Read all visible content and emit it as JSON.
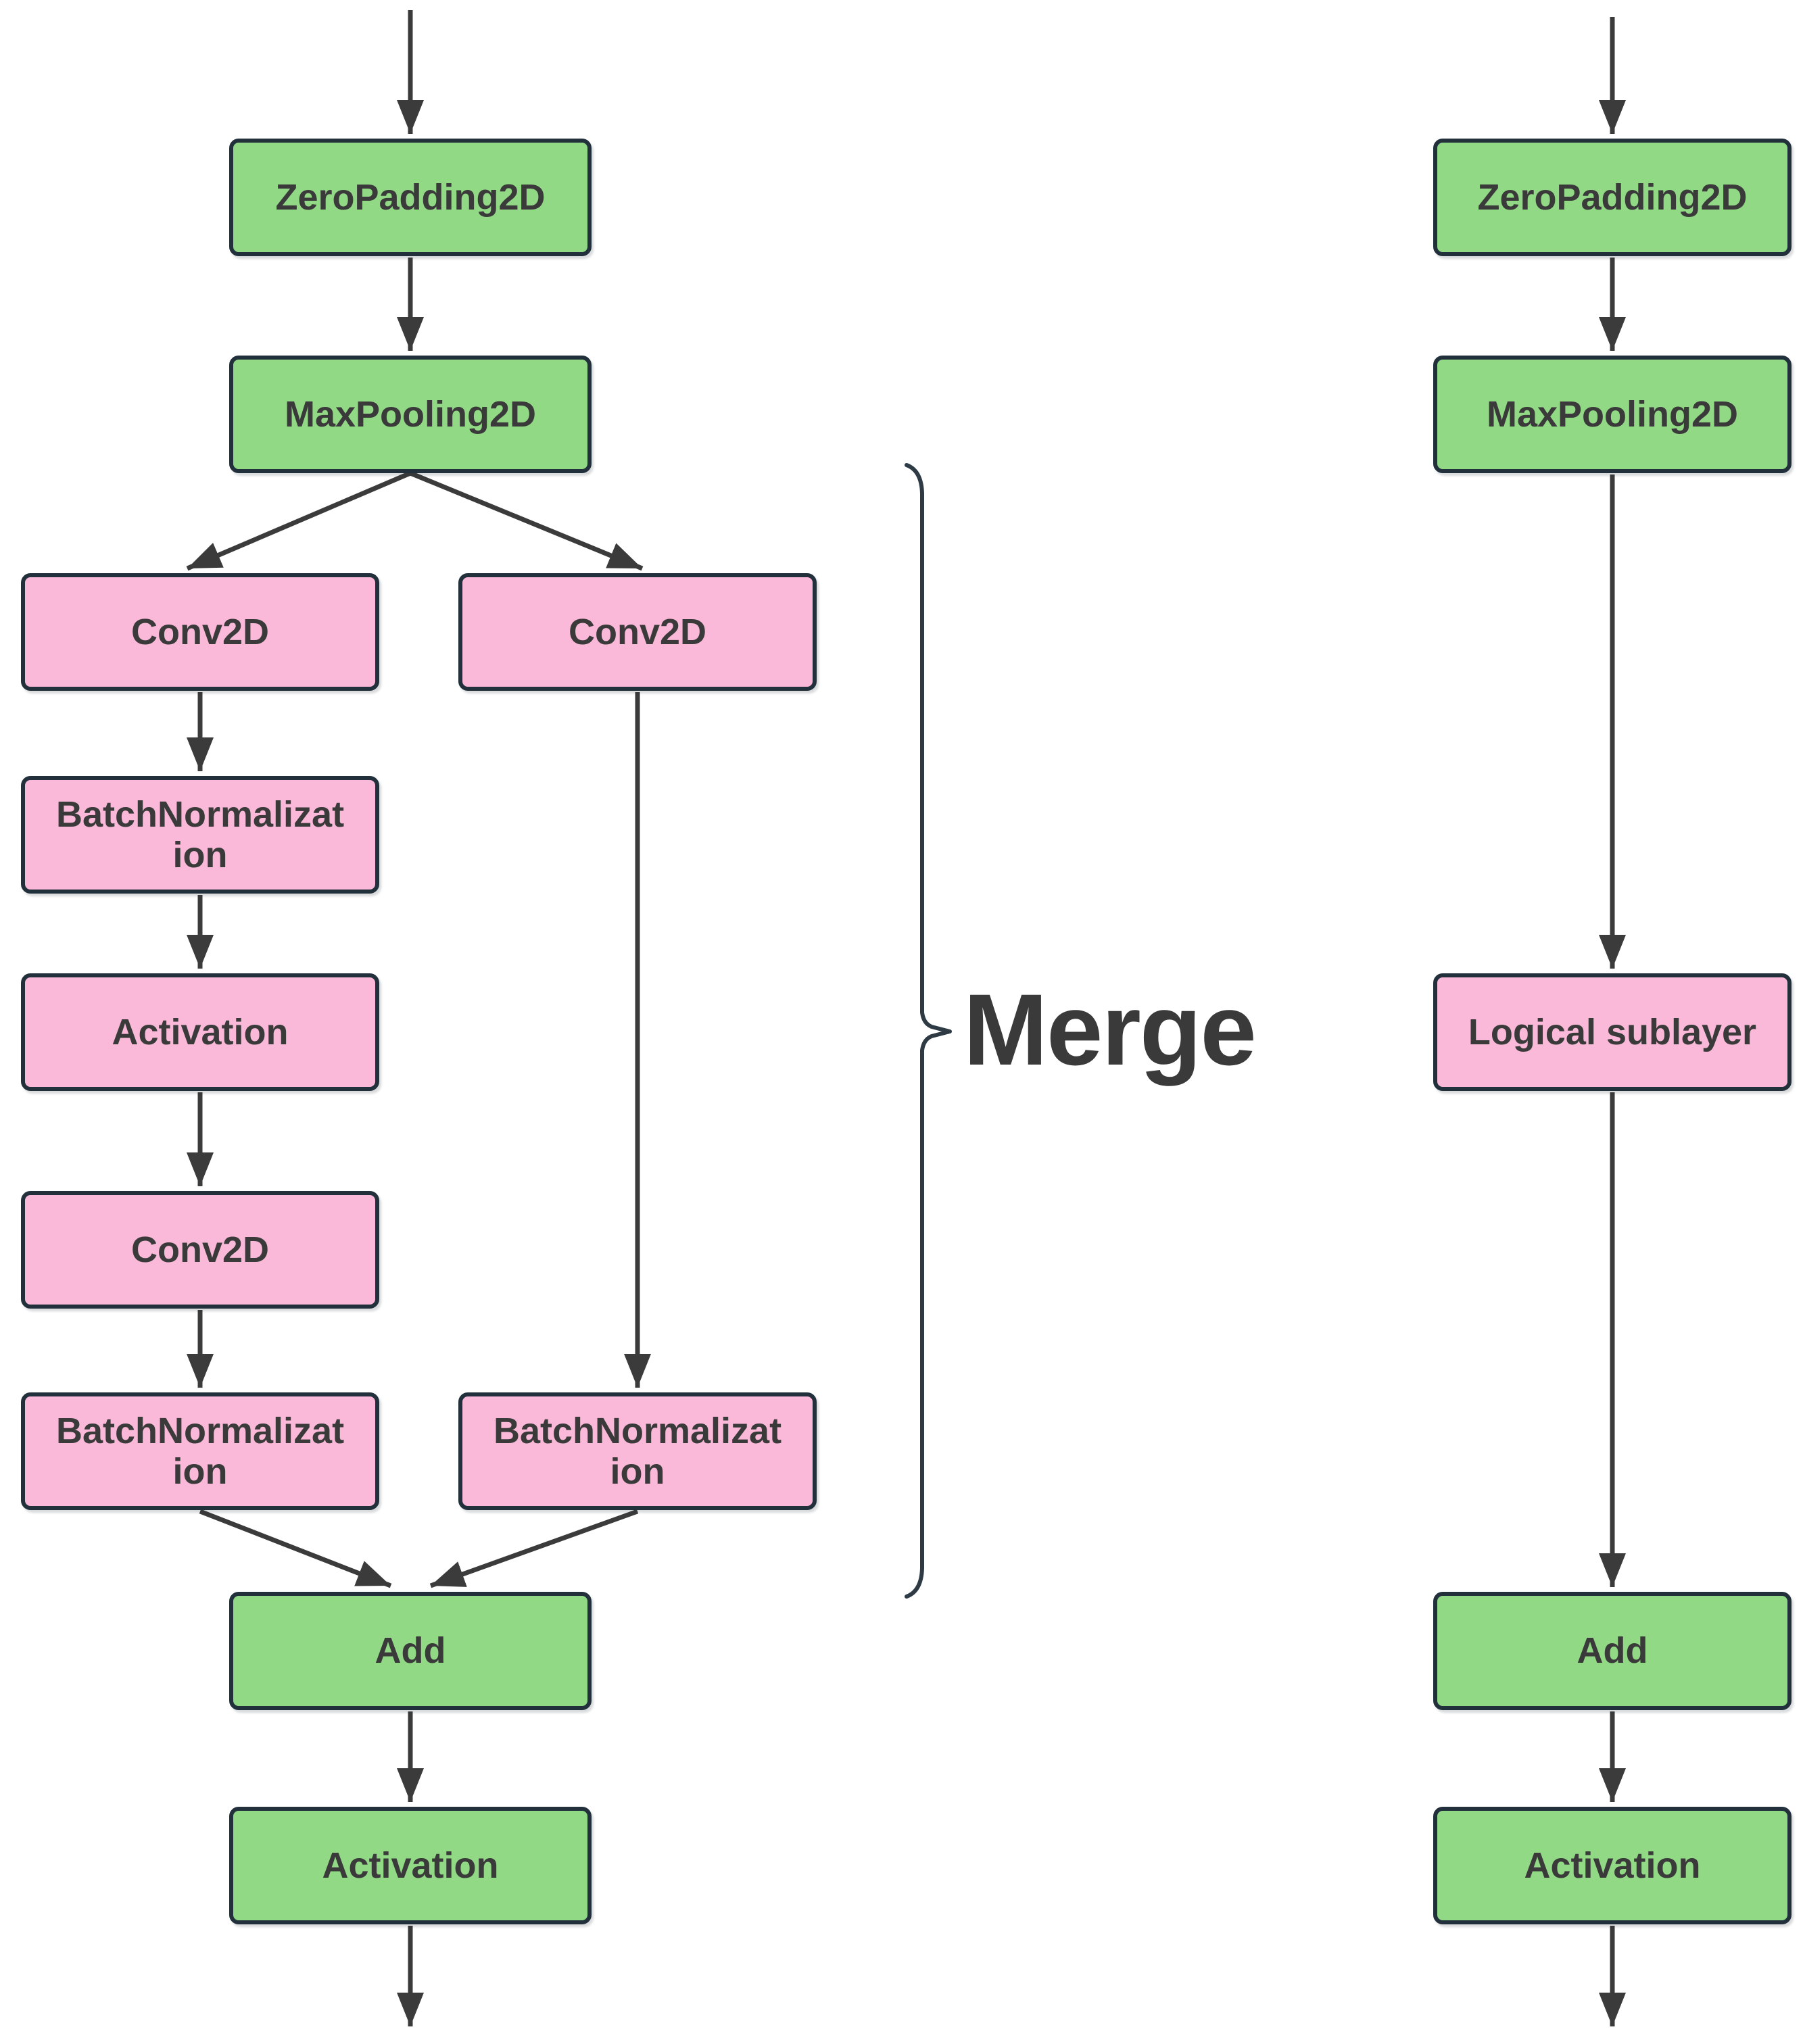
{
  "colors": {
    "green": "#92d986",
    "pink": "#fab9d8",
    "border": "#22303c",
    "arrow": "#3b3b3b",
    "text": "#3a3a3a"
  },
  "merge": {
    "label": "Merge"
  },
  "left": {
    "zero_padding": "ZeroPadding2D",
    "max_pooling": "MaxPooling2D",
    "branch_a": {
      "conv1": "Conv2D",
      "batch_norm1": "BatchNormalizat\nion",
      "activation": "Activation",
      "conv2": "Conv2D",
      "batch_norm2": "BatchNormalizat\nion"
    },
    "branch_b": {
      "conv": "Conv2D",
      "batch_norm": "BatchNormalizat\nion"
    },
    "add": "Add",
    "activation": "Activation"
  },
  "right": {
    "zero_padding": "ZeroPadding2D",
    "max_pooling": "MaxPooling2D",
    "logical_sublayer": "Logical sublayer",
    "add": "Add",
    "activation": "Activation"
  }
}
